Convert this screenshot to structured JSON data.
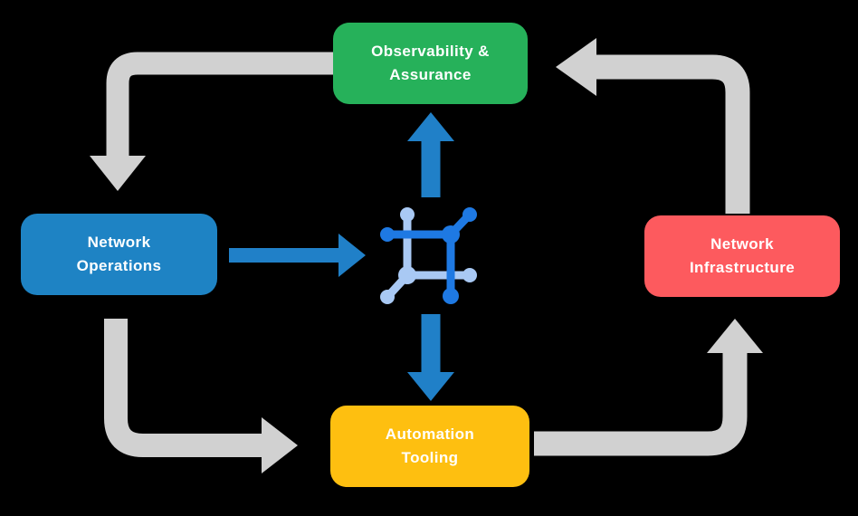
{
  "diagram": {
    "nodes": {
      "top": {
        "label": "Observability &\nAssurance"
      },
      "left": {
        "label": "Network\nOperations"
      },
      "right": {
        "label": "Network\nInfrastructure"
      },
      "bottom": {
        "label": "Automation\nTooling"
      }
    },
    "center_icon": "network-hub-icon",
    "connections": [
      {
        "from": "Observability & Assurance",
        "to": "Network Operations",
        "style": "gray-curved"
      },
      {
        "from": "Network Operations",
        "to": "Automation Tooling",
        "style": "gray-curved"
      },
      {
        "from": "Automation Tooling",
        "to": "Network Infrastructure",
        "style": "gray-curved"
      },
      {
        "from": "Network Infrastructure",
        "to": "Observability & Assurance",
        "style": "gray-curved"
      },
      {
        "from": "Network Operations",
        "to": "network-hub",
        "style": "blue-straight"
      },
      {
        "from": "network-hub",
        "to": "Observability & Assurance",
        "style": "blue-straight"
      },
      {
        "from": "network-hub",
        "to": "Automation Tooling",
        "style": "blue-straight"
      }
    ]
  },
  "colors": {
    "background": "#000000",
    "green-box": "#26b15a",
    "blue-box": "#1e83c4",
    "red-box": "#fd5a5e",
    "yellow-box": "#febf10",
    "gray-arrow": "#d1d1d1",
    "blue-arrow": "#2080c8",
    "icon-dark": "#1e79e3",
    "icon-light": "#a9c9f4",
    "label-text": "#ffffff"
  }
}
